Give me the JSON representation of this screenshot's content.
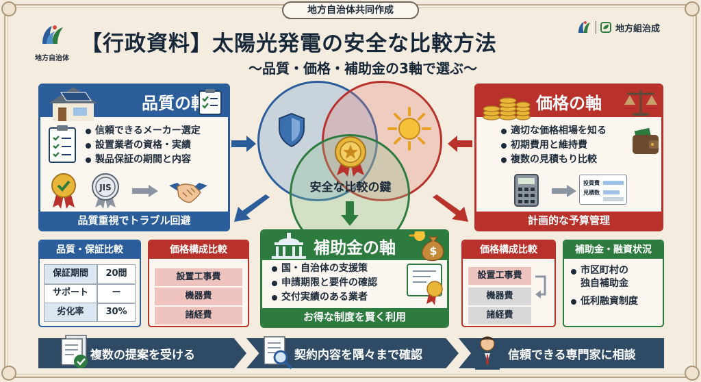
{
  "header": {
    "banner": "地方自治体共同作成",
    "logo_left_caption": "地方自治体",
    "logo_right_label": "地方組治成",
    "title": "【行政資料】太陽光発電の安全な比較方法",
    "subtitle": "〜品質・価格・補助金の3軸で選ぶ〜"
  },
  "quality_axis": {
    "title": "品質の軸",
    "items": [
      "信頼できるメーカー選定",
      "設置業者の資格・実績",
      "製品保証の期間と内容"
    ],
    "badge_text": "JIS",
    "footer": "品質重視でトラブル回避"
  },
  "price_axis": {
    "title": "価格の軸",
    "items": [
      "適切な価格相場を知る",
      "初期費用と維持費",
      "複数の見積もり比較"
    ],
    "doc_lines": [
      "投資費",
      "見積数"
    ],
    "footer": "計画的な予算管理"
  },
  "subsidy_axis": {
    "title": "補助金の軸",
    "items": [
      "国・自治体の支援策",
      "申請期限と要件の確認",
      "交付実績のある業者"
    ],
    "footer": "お得な制度を賢く利用"
  },
  "venn": {
    "center_label": "安全な比較の鍵"
  },
  "quality_table": {
    "title": "品質・保証比較",
    "rows": [
      {
        "label": "保証期間",
        "value": "20間"
      },
      {
        "label": "サポート",
        "value": "ー"
      },
      {
        "label": "劣化率",
        "value": "30%"
      }
    ]
  },
  "price_breakdown_left": {
    "title": "価格構成比較",
    "items": [
      "設置工事費",
      "機器費",
      "諸経費"
    ]
  },
  "price_breakdown_right": {
    "title": "価格構成比較",
    "items": [
      "設置工事費",
      "機器費",
      "諸経費"
    ]
  },
  "subsidy_status": {
    "title": "補助金・融資状況",
    "items": [
      "市区町村の\n独自補助金",
      "低利融資制度"
    ],
    "item1_line1": "市区町村の",
    "item1_line2": "独自補助金",
    "item2": "低利融資制度"
  },
  "steps": [
    {
      "label": "複数の提案を受ける"
    },
    {
      "label": "契約内容を隅々まで確認"
    },
    {
      "label": "信頼できる専門家に相談"
    }
  ],
  "colors": {
    "blue": "#2a5d9a",
    "red": "#b8322b",
    "green": "#2d7b3e",
    "navy": "#2f4a64",
    "background": "#f4ecdf"
  }
}
